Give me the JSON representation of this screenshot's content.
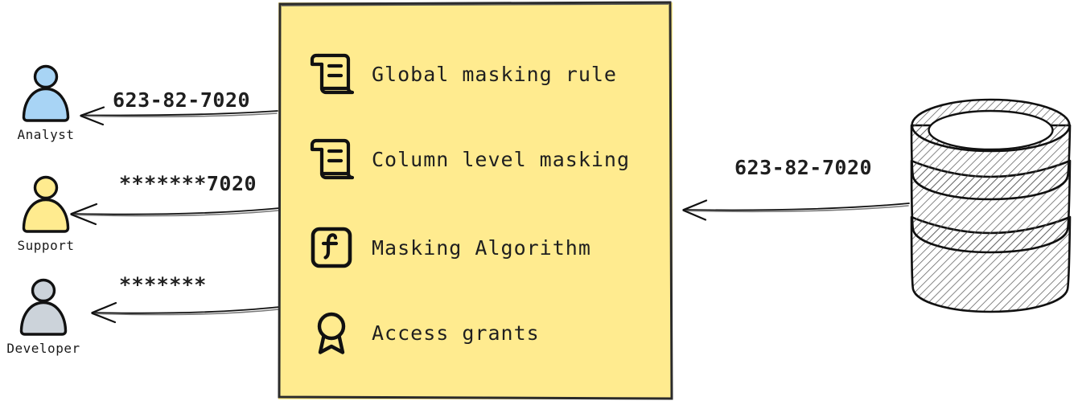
{
  "diagram": {
    "type": "data-masking-flow",
    "background": "#ffffff",
    "panel_color": "#ffeb8f",
    "stroke_color": "#1a1a1a"
  },
  "actors": [
    {
      "id": "analyst",
      "label": "Analyst",
      "icon": "person-icon",
      "color": "#a8d4f5",
      "received_value": "623-82-7020",
      "masking": "none"
    },
    {
      "id": "support",
      "label": "Support",
      "icon": "person-icon",
      "color": "#ffeb8f",
      "received_value": "*******7020",
      "masking": "partial"
    },
    {
      "id": "developer",
      "label": "Developer",
      "icon": "person-icon",
      "color": "#ccd3da",
      "received_value": "*******",
      "masking": "full"
    }
  ],
  "policy_panel": {
    "items": [
      {
        "icon": "scroll-icon",
        "label": "Global masking rule"
      },
      {
        "icon": "scroll-icon",
        "label": "Column level masking"
      },
      {
        "icon": "function-box-icon",
        "label": "Masking Algorithm"
      },
      {
        "icon": "award-ribbon-icon",
        "label": "Access grants"
      }
    ]
  },
  "datastore": {
    "icon": "database-cylinder-icon",
    "source_value": "623-82-7020"
  }
}
